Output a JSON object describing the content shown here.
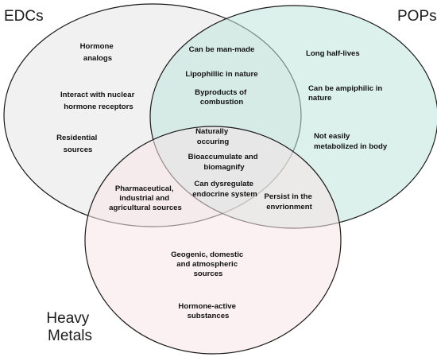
{
  "sets": {
    "edcs": {
      "title": "EDCs",
      "fill": "#e6e6e6"
    },
    "pops": {
      "title": "POPs",
      "fill": "#bfe5dc"
    },
    "heavy_metals": {
      "title_lines": [
        "Heavy",
        "Metals"
      ],
      "fill": "#f7e4e8"
    }
  },
  "outline_color": "#1a1a1a",
  "regions": {
    "edcs_only": [
      [
        "Hormone",
        "analogs"
      ],
      [
        "Interact with nuclear",
        "hormone receptors"
      ],
      [
        "Residential",
        "sources"
      ]
    ],
    "edcs_pops": [
      [
        "Can be man-made"
      ],
      [
        "Lipophillic  in nature"
      ],
      [
        "Byproducts of",
        "combustion"
      ]
    ],
    "pops_only": [
      [
        "Long half-lives"
      ],
      [
        "Can be ampiphilic in",
        "nature"
      ],
      [
        "Not easily",
        "metabolized in body"
      ]
    ],
    "all_three": [
      [
        "Naturally",
        "occuring"
      ],
      [
        "Bioaccumulate and",
        "biomagnify"
      ],
      [
        "Can dysregulate",
        "endocrine system"
      ]
    ],
    "edcs_metals": [
      [
        "Pharmaceutical,",
        "industrial and",
        "agricultural sources"
      ]
    ],
    "pops_metals": [
      [
        "Persist in the",
        "envrionment"
      ]
    ],
    "metals_only": [
      [
        "Geogenic, domestic",
        "and atmospheric",
        "sources"
      ],
      [
        "Hormone-active",
        "substances"
      ]
    ]
  }
}
